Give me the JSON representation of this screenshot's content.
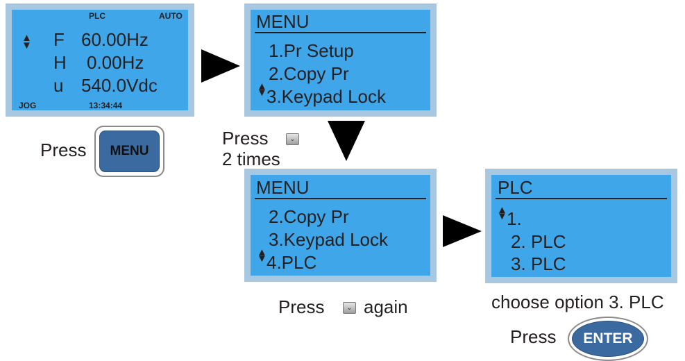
{
  "screen1": {
    "mode_plc": "PLC",
    "mode_auto": "AUTO",
    "rows": [
      {
        "letter": "F",
        "value": "60.00Hz"
      },
      {
        "letter": "H",
        "value": "0.00Hz"
      },
      {
        "letter": "u",
        "value": "540.0Vdc"
      }
    ],
    "jog": "JOG",
    "time": "13:34:44"
  },
  "screen2": {
    "title": "MENU",
    "items": [
      "1.Pr Setup",
      "2.Copy Pr",
      "3.Keypad Lock"
    ]
  },
  "screen3": {
    "title": "MENU",
    "items": [
      "2.Copy Pr",
      "3.Keypad Lock",
      "4.PLC"
    ]
  },
  "screen4": {
    "title": "PLC",
    "items": [
      "1.",
      "2. PLC",
      "3. PLC"
    ]
  },
  "buttons": {
    "menu": "MENU",
    "enter": "ENTER"
  },
  "labels": {
    "press": "Press",
    "two_times": "2 times",
    "again": "again",
    "choose": "choose option 3. PLC"
  },
  "colors": {
    "lcd_bg": "#3fa7e9",
    "lcd_frame": "#a7c8e0",
    "button": "#3a6aa0"
  }
}
